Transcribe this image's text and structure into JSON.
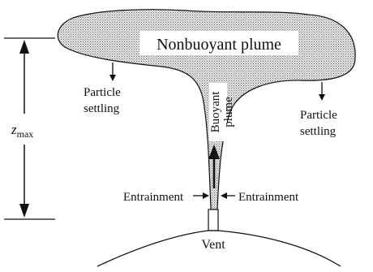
{
  "labels": {
    "nonbuoyant": "Nonbuoyant plume",
    "buoyant_line1": "Buoyant",
    "buoyant_line2": "plume",
    "settling_left_line1": "Particle",
    "settling_left_line2": "settling",
    "settling_right_line1": "Particle",
    "settling_right_line2": "settling",
    "entrainment_left": "Entrainment",
    "entrainment_right": "Entrainment",
    "vent": "Vent",
    "zmax_symbol": "z",
    "zmax_subscript": "max"
  },
  "colors": {
    "ink": "#111111",
    "plume_fill": "#cfcfcf",
    "background": "#ffffff"
  }
}
